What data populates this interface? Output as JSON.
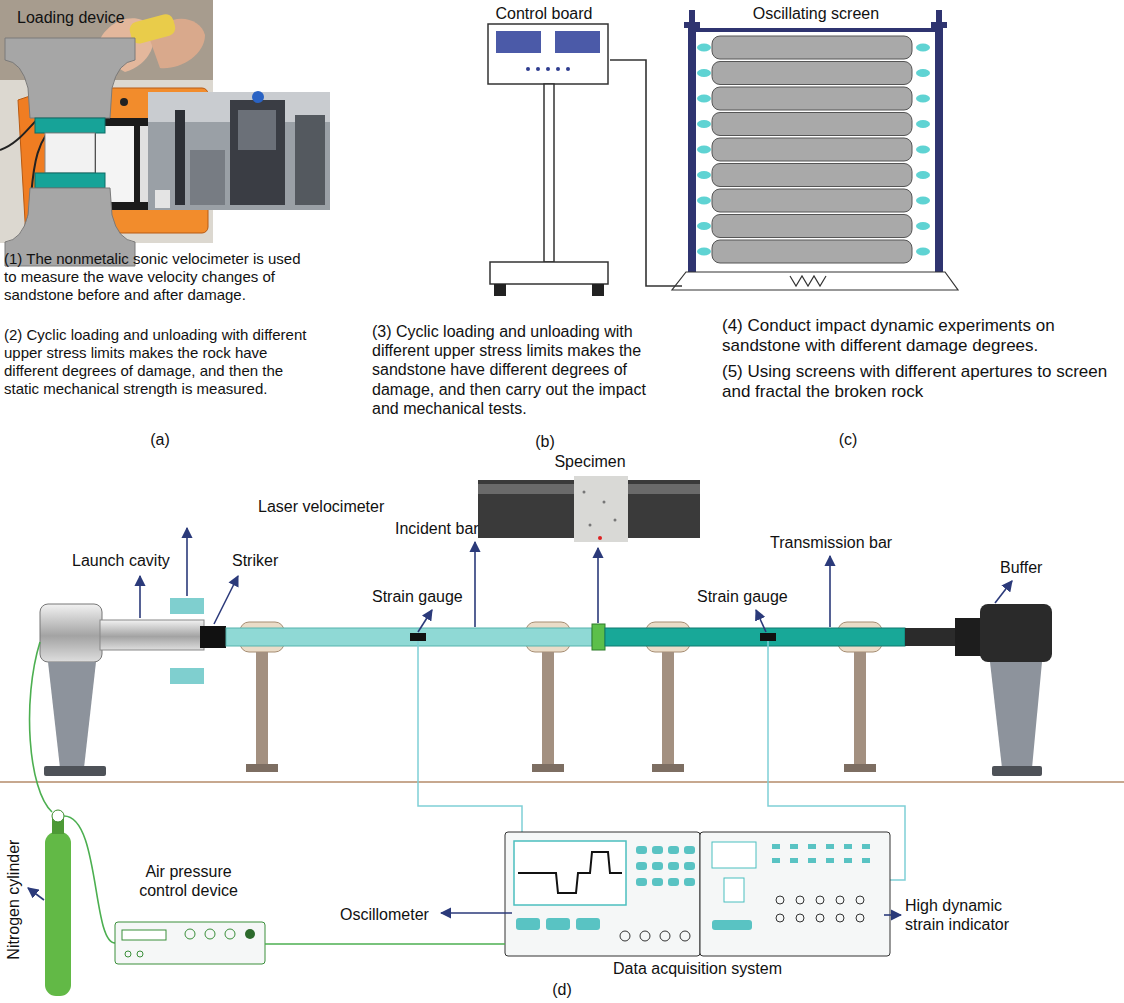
{
  "diagram": {
    "nodes": [
      {
        "text": [
          "Control board"
        ]
      },
      {
        "text": [
          "Oscillating screen"
        ]
      },
      {
        "text": [
          "Air pressure control device"
        ]
      },
      {
        "text": [
          "Data acquisition system"
        ]
      }
    ],
    "edges": [
      {
        "from": 0,
        "to": 1,
        "arrow": "none"
      },
      {
        "from": 2,
        "to": 3,
        "arrow": "none"
      }
    ],
    "labels": [
      "(1) The nonmetalic sonic velocimeter is used to measure the wave velocity changes of sandstone before and after damage.",
      "(2) Cyclic loading and unloading with different upper stress limits makes the rock have different degrees of damage, and then the static mechanical strength is measured.",
      "(a)",
      "Loading device",
      "(3) Cyclic loading and unloading with different upper stress limits makes the sandstone have different degrees of damage, and then carry out the impact and mechanical tests.",
      "(b)",
      "(4) Conduct impact dynamic experiments on sandstone with different damage degrees.",
      "(5) Using screens with different apertures to screen and fractal the broken rock",
      "(c)",
      "Specimen",
      "Laser velocimeter",
      "Launch cavity",
      "Striker",
      "Incident bar",
      "Strain gauge",
      "Strain gauge",
      "Transmission bar",
      "Buffer",
      "Nitrogen cylinder",
      "Oscillometer",
      "High dynamic strain indicator",
      "(d)"
    ]
  }
}
